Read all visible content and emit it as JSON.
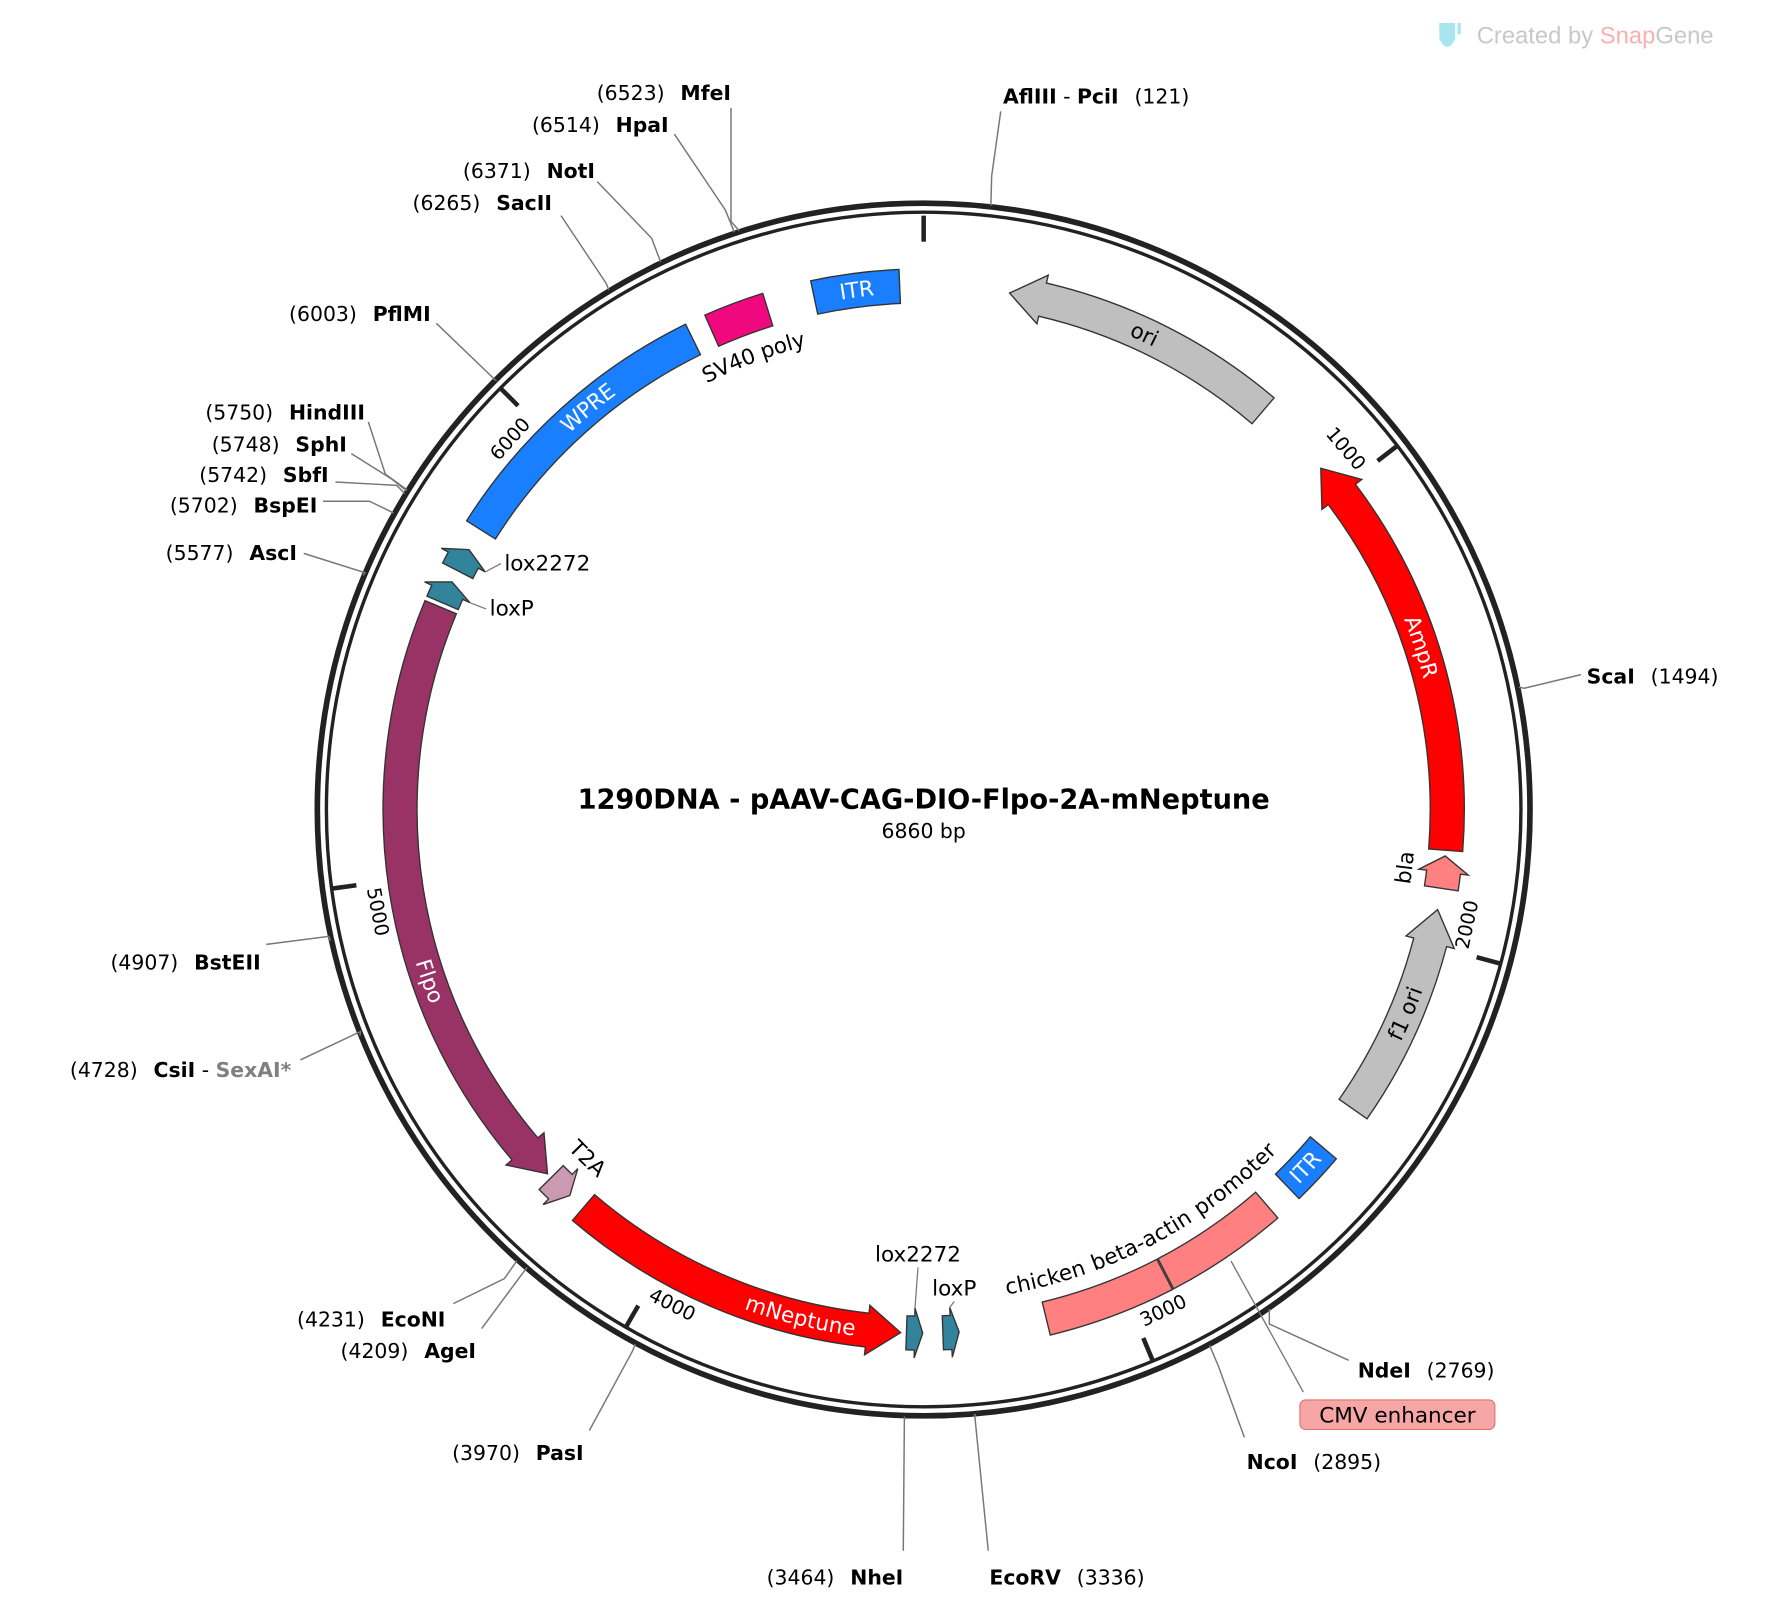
{
  "watermark": {
    "prefix": "Created by ",
    "brand_a": "Snap",
    "brand_b": "Gene"
  },
  "map": {
    "title": "1290DNA - pAAV-CAG-DIO-Flpo-2A-mNeptune",
    "length_label": "6860 bp",
    "length_bp": 6860,
    "ticks": [
      "1000",
      "2000",
      "3000",
      "4000",
      "5000",
      "6000"
    ]
  },
  "features": [
    {
      "name": "ITR",
      "start": 6630,
      "end": 6810,
      "dir": 0,
      "color": "#1a7fff",
      "label_color": "#ffffff",
      "label_pos": "inside"
    },
    {
      "name": "SV40 poly",
      "start": 6405,
      "end": 6530,
      "dir": 0,
      "color": "#f0087f",
      "label_color": "#000000",
      "label_pos": "outside"
    },
    {
      "name": "WPRE",
      "start": 5760,
      "end": 6362,
      "dir": 0,
      "color": "#1a7fff",
      "label_color": "#ffffff",
      "label_pos": "inside"
    },
    {
      "name": "lox2272",
      "start": 5662,
      "end": 5712,
      "dir": 1,
      "color": "#31849b",
      "label_color": "#000000",
      "label_pos": "outside"
    },
    {
      "name": "loxP",
      "start": 5588,
      "end": 5636,
      "dir": 1,
      "color": "#31849b",
      "label_color": "#000000",
      "label_pos": "outside"
    },
    {
      "name": "Flpo",
      "start": 4305,
      "end": 5578,
      "dir": -1,
      "color": "#993366",
      "label_color": "#ffffff",
      "label_pos": "inside"
    },
    {
      "name": "T2A",
      "start": 4240,
      "end": 4294,
      "dir": -1,
      "color": "#cc99b2",
      "label_color": "#000000",
      "label_pos": "outside"
    },
    {
      "name": "mNeptune",
      "start": 3478,
      "end": 4202,
      "dir": -1,
      "color": "#ff0000",
      "label_color": "#ffffff",
      "label_pos": "inside"
    },
    {
      "name": "lox2272",
      "start": 3432,
      "end": 3466,
      "dir": -1,
      "color": "#31849b",
      "label_color": "#000000",
      "label_pos": "outside"
    },
    {
      "name": "loxP",
      "start": 3356,
      "end": 3390,
      "dir": -1,
      "color": "#31849b",
      "label_color": "#000000",
      "label_pos": "outside"
    },
    {
      "name": "chicken beta-actin promoter",
      "start": 2908,
      "end": 3172,
      "dir": 0,
      "color": "#ff8080",
      "label_color": "#000000",
      "label_pos": "outside"
    },
    {
      "name": "CMV enhancer",
      "start": 2650,
      "end": 2905,
      "dir": 0,
      "color": "#ff8080",
      "label_color": "#000000",
      "label_pos": "callout"
    },
    {
      "name": "ITR",
      "start": 2482,
      "end": 2592,
      "dir": 0,
      "color": "#1a7fff",
      "label_color": "#ffffff",
      "label_pos": "inside"
    },
    {
      "name": "f1 ori",
      "start": 1925,
      "end": 2380,
      "dir": -1,
      "color": "#bfbfbf",
      "label_color": "#000000",
      "label_pos": "inside"
    },
    {
      "name": "bla",
      "start": 1812,
      "end": 1880,
      "dir": -1,
      "color": "#ff8080",
      "label_color": "#000000",
      "label_pos": "outside"
    },
    {
      "name": "AmpR",
      "start": 940,
      "end": 1800,
      "dir": -1,
      "color": "#ff0000",
      "label_color": "#ffffff",
      "label_pos": "inside"
    },
    {
      "name": "ori",
      "start": 180,
      "end": 770,
      "dir": -1,
      "color": "#bfbfbf",
      "label_color": "#000000",
      "label_pos": "inside"
    }
  ],
  "enzymes": [
    {
      "names": [
        "MfeI"
      ],
      "position": "6523"
    },
    {
      "names": [
        "HpaI"
      ],
      "position": "6514"
    },
    {
      "names": [
        "NotI"
      ],
      "position": "6371"
    },
    {
      "names": [
        "SacII"
      ],
      "position": "6265"
    },
    {
      "names": [
        "PflMI"
      ],
      "position": "6003"
    },
    {
      "names": [
        "HindIII"
      ],
      "position": "5750"
    },
    {
      "names": [
        "SphI"
      ],
      "position": "5748"
    },
    {
      "names": [
        "SbfI"
      ],
      "position": "5742"
    },
    {
      "names": [
        "BspEI"
      ],
      "position": "5702"
    },
    {
      "names": [
        "AscI"
      ],
      "position": "5577"
    },
    {
      "names": [
        "AflIII",
        "PciI"
      ],
      "position": "121"
    },
    {
      "names": [
        "ScaI"
      ],
      "position": "1494"
    },
    {
      "names": [
        "NdeI"
      ],
      "position": "2769"
    },
    {
      "names": [
        "NcoI"
      ],
      "position": "2895"
    },
    {
      "names": [
        "EcoRV"
      ],
      "position": "3336"
    },
    {
      "names": [
        "NheI"
      ],
      "position": "3464"
    },
    {
      "names": [
        "PasI"
      ],
      "position": "3970"
    },
    {
      "names": [
        "AgeI"
      ],
      "position": "4209"
    },
    {
      "names": [
        "EcoNI"
      ],
      "position": "4231"
    },
    {
      "names": [
        "CsiI",
        "SexAI*"
      ],
      "position": "4728",
      "gray_names": [
        "SexAI*"
      ]
    },
    {
      "names": [
        "BstEII"
      ],
      "position": "4907"
    }
  ]
}
